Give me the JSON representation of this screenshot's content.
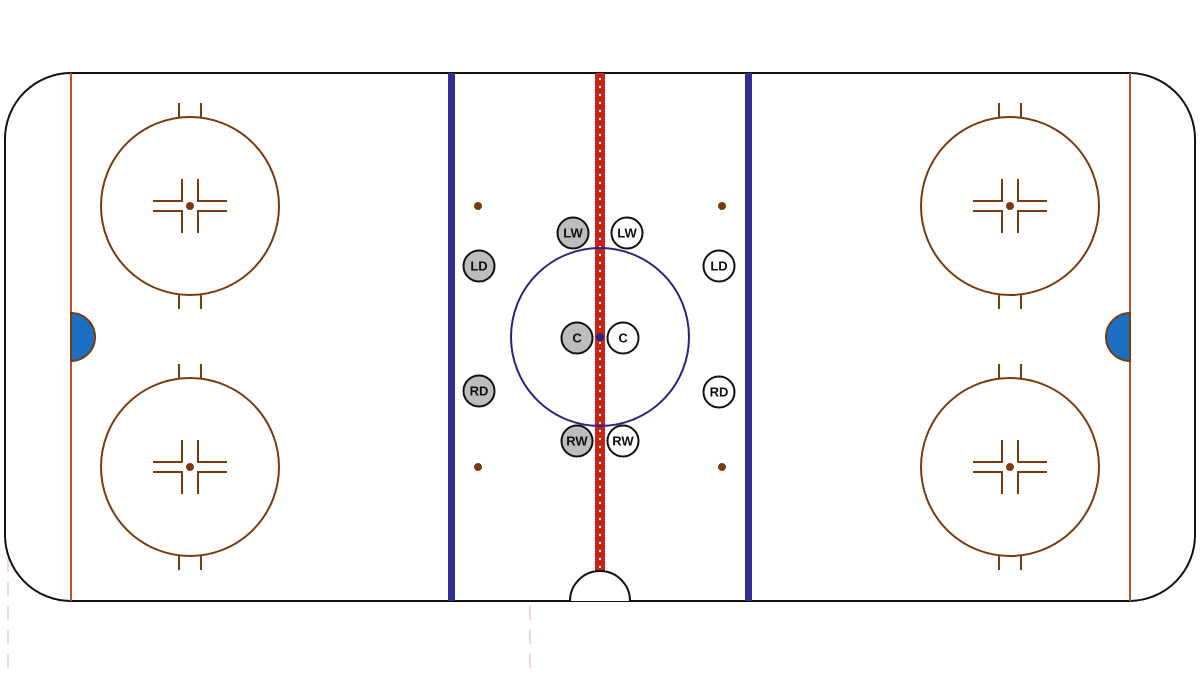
{
  "diagram": {
    "colors": {
      "background": "#ffffff",
      "boards": "#111111",
      "goal_line": "#b5532a",
      "faceoff": "#7a3b10",
      "blue_line": "#332d91",
      "center_line": "#c82418",
      "center_circle": "#2c2484",
      "crease": "#1a6fc4",
      "crease_outline": "#7a3b10",
      "faint_marks": "#f4a6d8",
      "team_a_fill": "#bdbdbd",
      "team_b_fill": "#ffffff",
      "player_stroke": "#111111",
      "player_text": "#111111"
    },
    "players": {
      "team_a": [
        {
          "label": "LW",
          "pos": "LW"
        },
        {
          "label": "LD",
          "pos": "LD"
        },
        {
          "label": "C",
          "pos": "C"
        },
        {
          "label": "RD",
          "pos": "RD"
        },
        {
          "label": "RW",
          "pos": "RW"
        }
      ],
      "team_b": [
        {
          "label": "LW",
          "pos": "LW"
        },
        {
          "label": "LD",
          "pos": "LD"
        },
        {
          "label": "C",
          "pos": "C"
        },
        {
          "label": "RD",
          "pos": "RD"
        },
        {
          "label": "RW",
          "pos": "RW"
        }
      ]
    }
  }
}
